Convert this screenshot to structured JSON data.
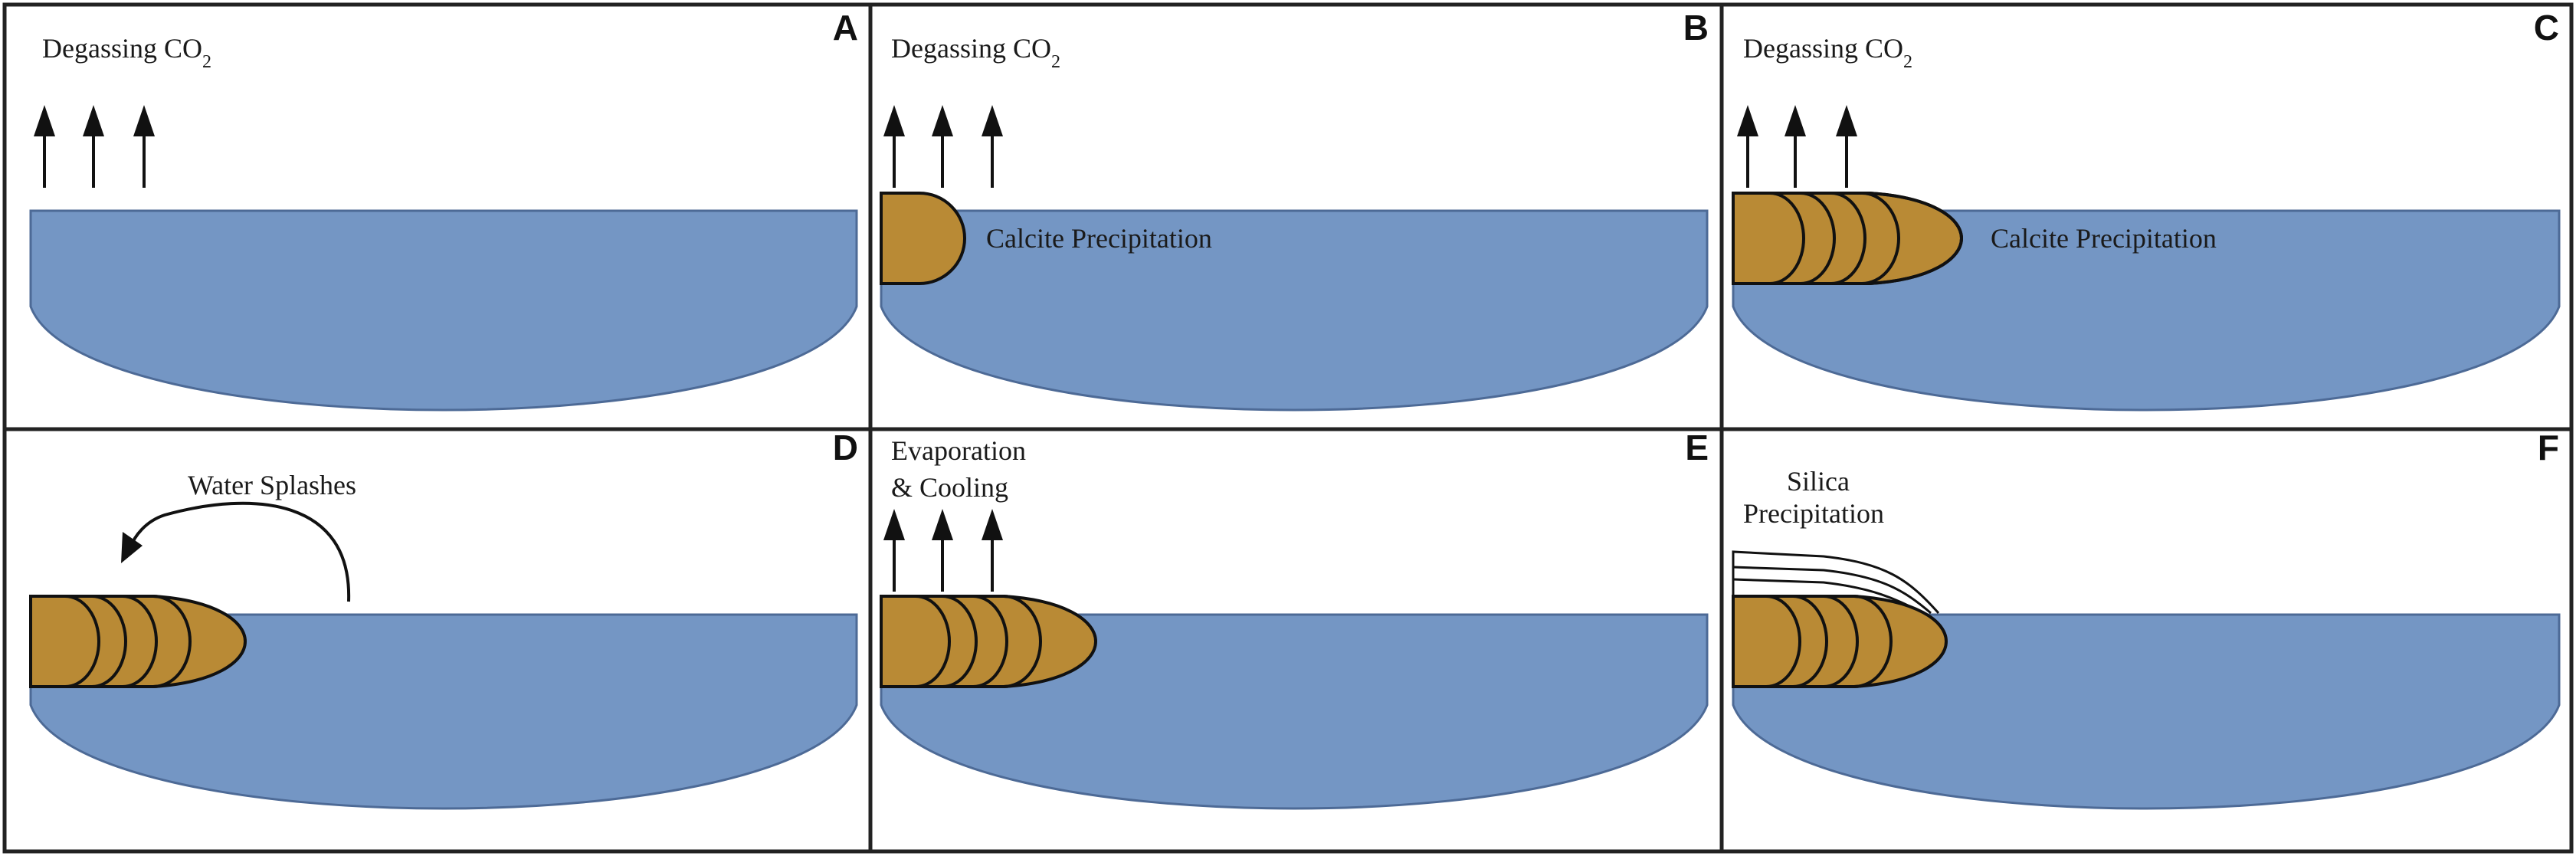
{
  "colors": {
    "water": "#7496c4",
    "water_stroke": "#4d6a96",
    "calcite": "#b98a35",
    "outline": "#111111",
    "frame": "#222222"
  },
  "panels": [
    {
      "letter": "A",
      "caption_main": "Degassing CO",
      "caption_sub": "2",
      "side_label": "",
      "caption2": ""
    },
    {
      "letter": "B",
      "caption_main": "Degassing CO",
      "caption_sub": "2",
      "side_label": "Calcite Precipitation",
      "caption2": ""
    },
    {
      "letter": "C",
      "caption_main": "Degassing CO",
      "caption_sub": "2",
      "side_label": "Calcite Precipitation",
      "caption2": ""
    },
    {
      "letter": "D",
      "caption_main": "Water Splashes",
      "caption_sub": "",
      "side_label": "",
      "caption2": ""
    },
    {
      "letter": "E",
      "caption_main": "Evaporation",
      "caption_sub": "",
      "side_label": "",
      "caption2": "& Cooling"
    },
    {
      "letter": "F",
      "caption_main": "Silica",
      "caption_sub": "",
      "side_label": "",
      "caption2": "Precipitation"
    }
  ]
}
